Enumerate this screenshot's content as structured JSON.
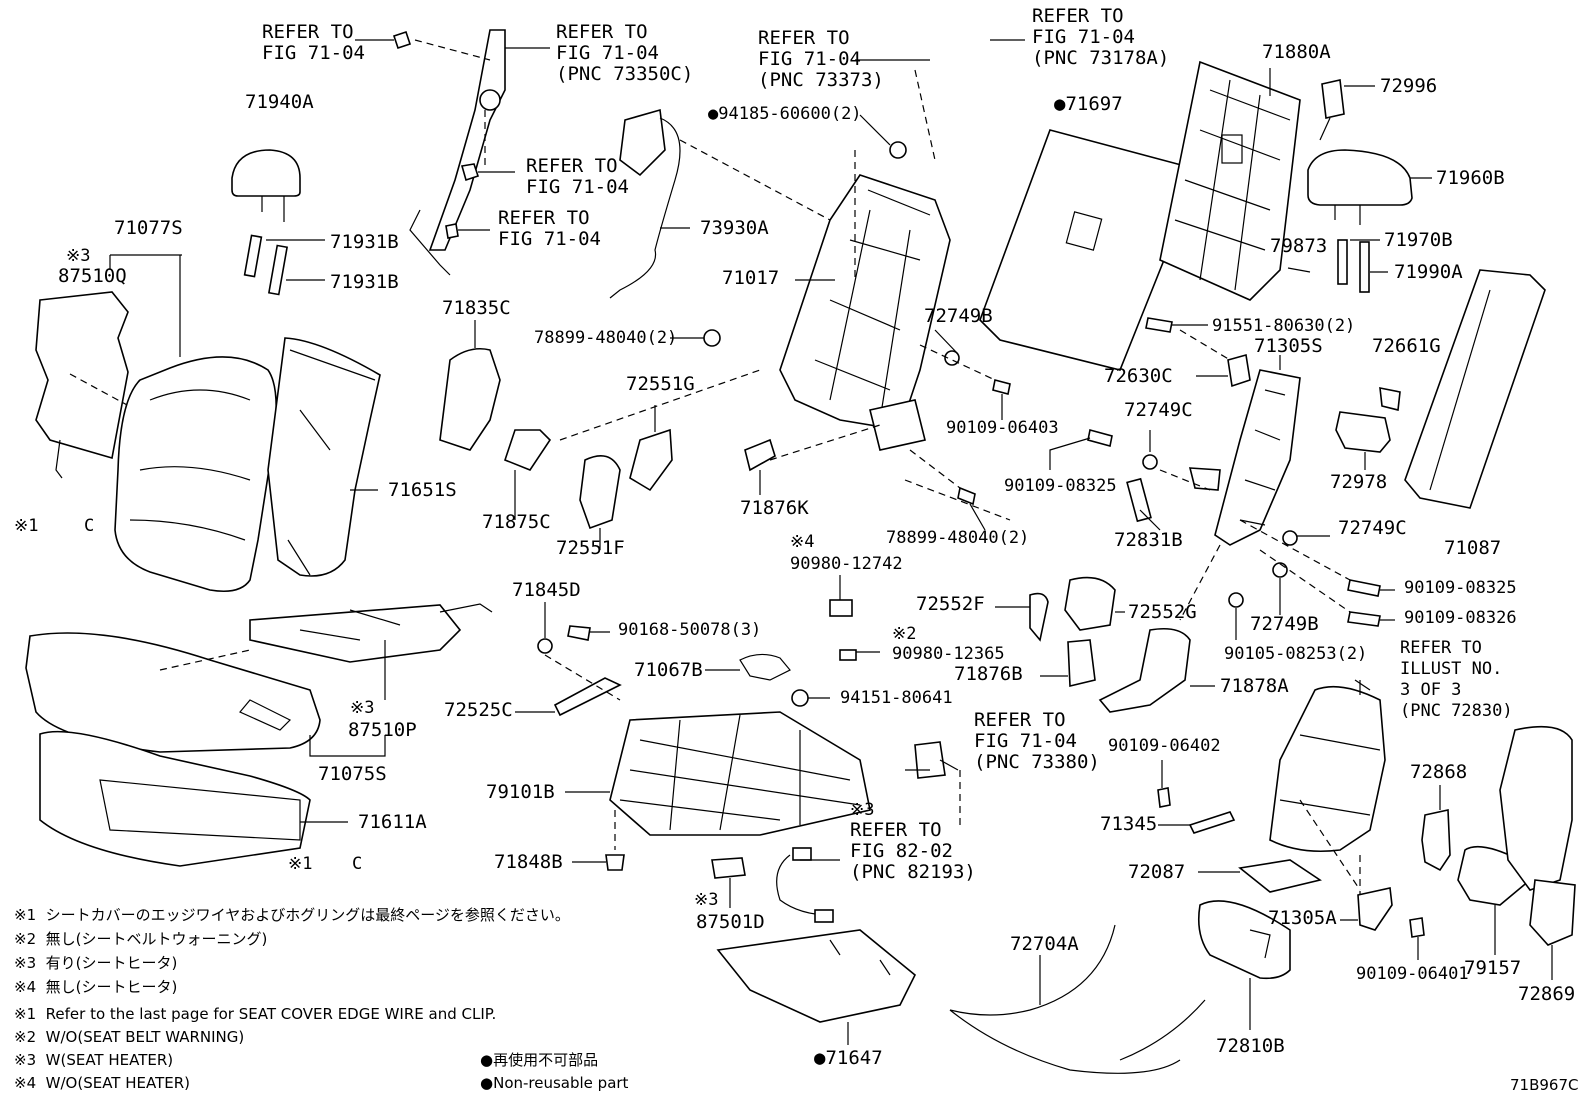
{
  "diagram_id": "71B967C",
  "refs": {
    "belt_bolt_ref": "REFER TO\nFIG 71-04",
    "belt_ref": "REFER TO\nFIG 71-04\n(PNC 73350C)",
    "belt_nut_ref": "REFER TO\nFIG 71-04",
    "belt_anchor_ref": "REFER TO\nFIG 71-04",
    "pnc73373_ref": "REFER TO\nFIG 71-04\n(PNC 73373)",
    "pnc73178a_ref": "REFER TO\nFIG 71-04\n(PNC 73178A)",
    "pnc73380_ref": "REFER TO\nFIG 71-04\n(PNC 73380)",
    "pnc82193_ref": "REFER TO\nFIG 82-02\n(PNC 82193)",
    "illust_ref": "REFER TO\nILLUST NO.\n3 OF 3\n(PNC 72830)"
  },
  "parts": {
    "p71940A": "71940A",
    "p71931B_a": "71931B",
    "p71931B_b": "71931B",
    "p71077S": "71077S",
    "p87510Q": "87510Q",
    "p71651S": "71651S",
    "p71835C": "71835C",
    "p71875C": "71875C",
    "p72551G": "72551G",
    "p72551F": "72551F",
    "p73930A": "73930A",
    "p94185": "94185-60600(2)",
    "p71017": "71017",
    "p78899_a": "78899-48040(2)",
    "p78899_b": "78899-48040(2)",
    "p72749B_a": "72749B",
    "p90109_06403": "90109-06403",
    "p71876K": "71876K",
    "p71697": "71697",
    "p71880A": "71880A",
    "p72996": "72996",
    "p71960B": "71960B",
    "p71970B": "71970B",
    "p79873": "79873",
    "p71990A": "71990A",
    "p91551": "91551-80630(2)",
    "p71305S": "71305S",
    "p72661G": "72661G",
    "p72630C": "72630C",
    "p72749C_a": "72749C",
    "p90109_08325_a": "90109-08325",
    "p72978": "72978",
    "p72831B": "72831B",
    "p72749C_b": "72749C",
    "p71087": "71087",
    "p90109_08325_b": "90109-08325",
    "p90109_08326": "90109-08326",
    "p72552F": "72552F",
    "p72552G": "72552G",
    "p72749B_b": "72749B",
    "p90105": "90105-08253(2)",
    "p71876B": "71876B",
    "p71878A": "71878A",
    "p90980_12742": "90980-12742",
    "p90980_12365": "90980-12365",
    "p71845D": "71845D",
    "p90168": "90168-50078(3)",
    "p71067B": "71067B",
    "p94151": "94151-80641",
    "p72525C": "72525C",
    "p87510P": "87510P",
    "p71075S": "71075S",
    "p71611A": "71611A",
    "p79101B": "79101B",
    "p71848B": "71848B",
    "p87501D": "87501D",
    "p71647": "71647",
    "p72704A": "72704A",
    "p72810B": "72810B",
    "p90109_06402": "90109-06402",
    "p71345": "71345",
    "p72087": "72087",
    "p71305A": "71305A",
    "p90109_06401": "90109-06401",
    "p72868": "72868",
    "p79157": "79157",
    "p72869": "72869"
  },
  "marks": {
    "m1": "※1",
    "m2": "※2",
    "m3": "※3",
    "m4": "※4",
    "clip_c": "C"
  },
  "notes": [
    "※1  シートカバーのエッジワイヤおよびホグリングは最終ページを参照ください。",
    "※2  無し(シートベルトウォーニング)",
    "※3  有り(シートヒータ)",
    "※4  無し(シートヒータ)",
    "※1  Refer to the last page for SEAT COVER EDGE WIRE and CLIP.",
    "※2  W/O(SEAT BELT WARNING)",
    "※3  W(SEAT HEATER)",
    "※4  W/O(SEAT HEATER)"
  ],
  "legend": {
    "jp": "再使用不可部品",
    "en": "Non-reusable part"
  }
}
